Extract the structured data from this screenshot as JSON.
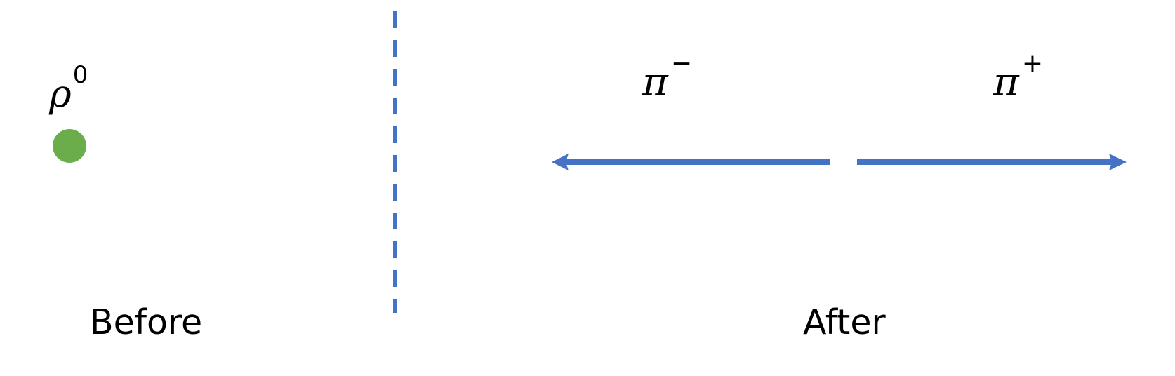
{
  "before": {
    "particle": {
      "symbol": "ρ",
      "charge": "0"
    },
    "caption": "Before"
  },
  "after": {
    "left_particle": {
      "symbol": "π",
      "charge": "−"
    },
    "right_particle": {
      "symbol": "π",
      "charge": "+"
    },
    "caption": "After"
  },
  "colors": {
    "particle_dot": "#6aad4a",
    "arrows": "#4472c4",
    "divider": "#4472c4",
    "text": "#000000"
  }
}
